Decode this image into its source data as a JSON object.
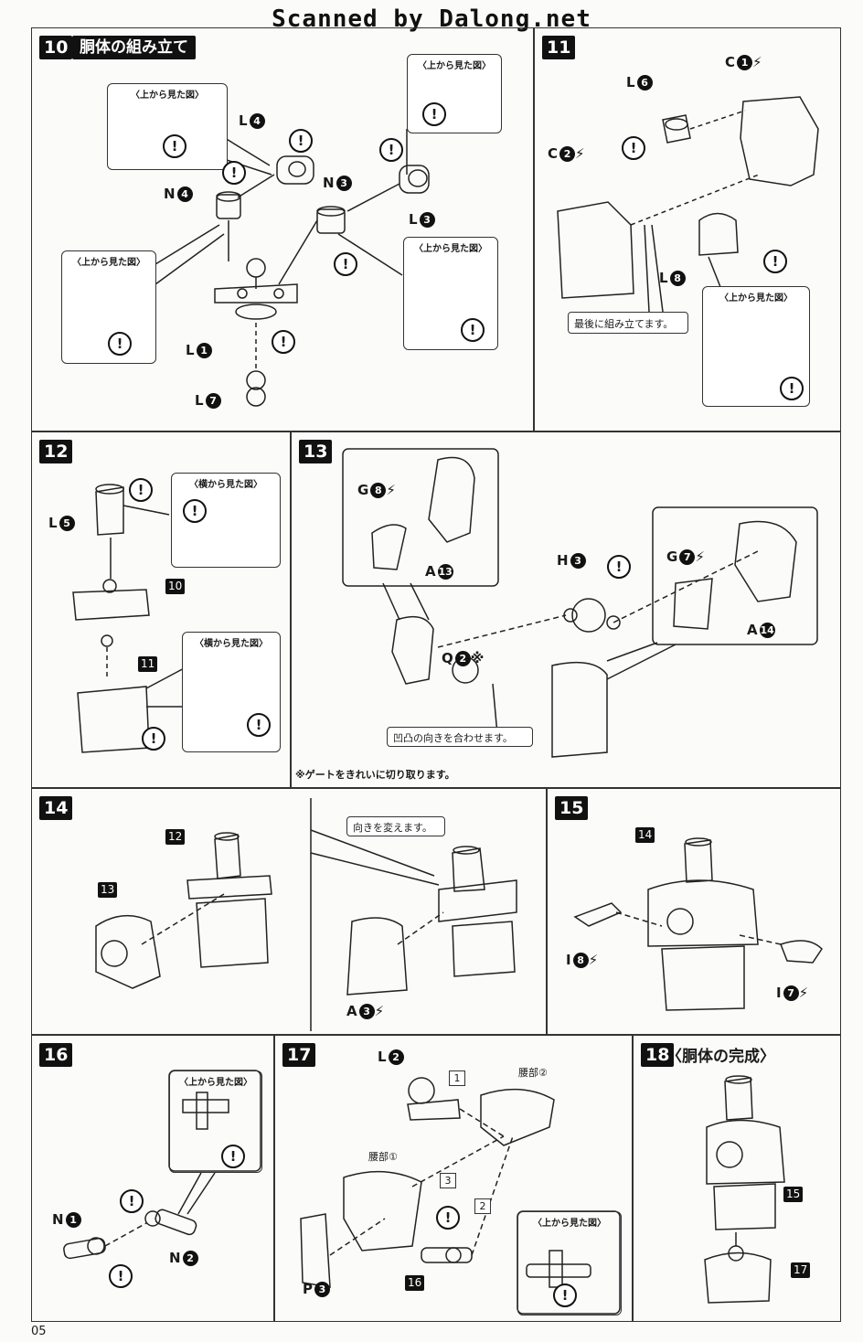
{
  "watermark": "Scanned by Dalong.net",
  "page_number": "05",
  "steps": {
    "s10": {
      "num": "10",
      "title": "胴体の組み立て",
      "top_view_1": "〈上から見た図〉",
      "top_view_2": "〈上から見た図〉",
      "top_view_3": "〈上から見た図〉",
      "top_view_4": "〈上から見た図〉"
    },
    "s11": {
      "num": "11",
      "top_view": "〈上から見た図〉",
      "note": "最後に組み立てます。"
    },
    "s12": {
      "num": "12",
      "side_view_1": "〈横から見た図〉",
      "side_view_2": "〈横から見た図〉",
      "ref_10": "10",
      "ref_11": "11"
    },
    "s13": {
      "num": "13",
      "note_direction": "凹凸の向きを合わせます。",
      "note_gate": "※ゲートをきれいに切り取ります。"
    },
    "s14": {
      "num": "14",
      "ref_12": "12",
      "ref_13": "13",
      "note": "向きを変えます。"
    },
    "s15": {
      "num": "15",
      "ref_14": "14"
    },
    "s16": {
      "num": "16",
      "top_view": "〈上から見た図〉"
    },
    "s17": {
      "num": "17",
      "waist1": "腰部①",
      "waist2": "腰部②",
      "top_view": "〈上から見た図〉",
      "ref_16": "16",
      "seq1": "1",
      "seq2": "2",
      "seq3": "3"
    },
    "s18": {
      "num": "18",
      "title": "〈胴体の完成〉",
      "ref_15": "15",
      "ref_17": "17"
    }
  },
  "parts": {
    "L4": {
      "letter": "L",
      "num": "4"
    },
    "N4": {
      "letter": "N",
      "num": "4"
    },
    "N3": {
      "letter": "N",
      "num": "3"
    },
    "L3": {
      "letter": "L",
      "num": "3"
    },
    "L1": {
      "letter": "L",
      "num": "1"
    },
    "L7": {
      "letter": "L",
      "num": "7"
    },
    "L6": {
      "letter": "L",
      "num": "6"
    },
    "C1": {
      "letter": "C",
      "num": "1"
    },
    "C2": {
      "letter": "C",
      "num": "2"
    },
    "L8": {
      "letter": "L",
      "num": "8"
    },
    "L5": {
      "letter": "L",
      "num": "5"
    },
    "G8": {
      "letter": "G",
      "num": "8"
    },
    "A13": {
      "letter": "A",
      "num": "13"
    },
    "H3": {
      "letter": "H",
      "num": "3"
    },
    "G7": {
      "letter": "G",
      "num": "7"
    },
    "A14": {
      "letter": "A",
      "num": "14"
    },
    "Q2": {
      "letter": "Q",
      "num": "2",
      "mark": "※"
    },
    "A3": {
      "letter": "A",
      "num": "3"
    },
    "I8": {
      "letter": "I",
      "num": "8"
    },
    "I7": {
      "letter": "I",
      "num": "7"
    },
    "N1": {
      "letter": "N",
      "num": "1"
    },
    "N2": {
      "letter": "N",
      "num": "2"
    },
    "L2": {
      "letter": "L",
      "num": "2"
    },
    "P3": {
      "letter": "P",
      "num": "3"
    }
  },
  "icons": {
    "warning": "!",
    "plated_mark": "⚡"
  }
}
